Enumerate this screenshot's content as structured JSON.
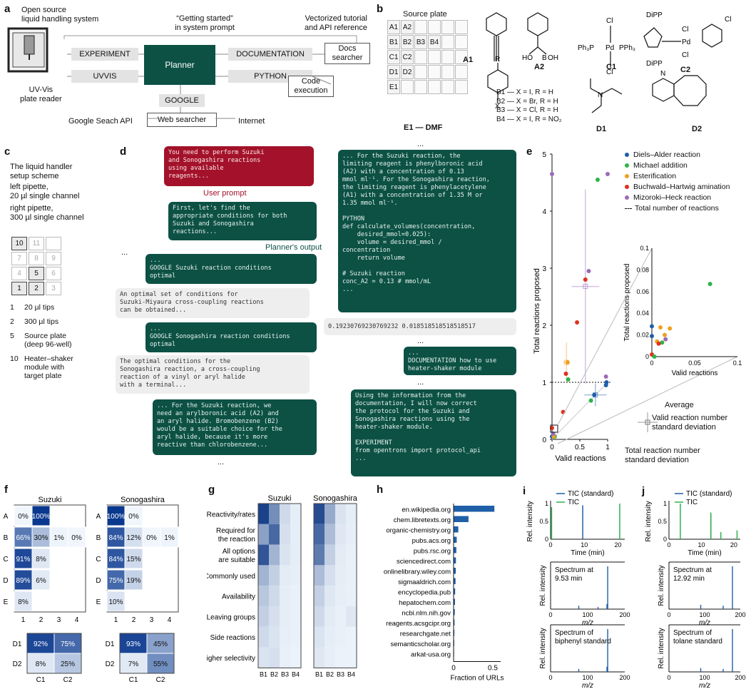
{
  "panel_a": {
    "label": "a",
    "liquid_handler": "Open source\nliquid handling system",
    "uvvis_reader": "UV-Vis\nplate reader",
    "getting_started": "“Getting started”\nin system prompt",
    "vectorized": "Vectorized tutorial\nand API reference",
    "experiment": "EXPERIMENT",
    "uvvis": "UVVIS",
    "planner": "Planner",
    "documentation": "DOCUMENTATION",
    "python": "PYTHON",
    "google": "GOOGLE",
    "docs_searcher": "Docs\nsearcher",
    "code_execution": "Code\nexecution",
    "web_searcher": "Web searcher",
    "google_api": "Google Seach API",
    "internet": "Internet"
  },
  "panel_b": {
    "label": "b",
    "source_plate": "Source plate",
    "wells": [
      [
        "A1",
        "A2",
        "",
        "",
        "",
        ""
      ],
      [
        "B1",
        "B2",
        "B3",
        "B4",
        "",
        ""
      ],
      [
        "C1",
        "C2",
        "",
        "",
        "",
        ""
      ],
      [
        "D1",
        "D2",
        "",
        "",
        "",
        ""
      ],
      [
        "E1",
        "",
        "",
        "",
        "",
        ""
      ]
    ],
    "e1_label": "E1 — DMF",
    "A1": "A1",
    "A2": "A2",
    "C1": "C1",
    "C2": "C2",
    "D1": "D1",
    "D2": "D2",
    "b_labels": [
      "B1 — X = I, R = H",
      "B2 — X = Br, R = H",
      "B3 — X = Cl, R = H",
      "B4 — X = I, R = NO₂"
    ],
    "chem_text": {
      "B": "B",
      "HO": "HO",
      "OH": "OH",
      "Cl": "Cl",
      "Pd": "Pd",
      "PPh3": "PPh₃",
      "Ph3P": "Ph₃P",
      "DiPP": "DiPP",
      "N": "N",
      "R": "R",
      "X": "X"
    }
  },
  "panel_c": {
    "label": "c",
    "desc": "The liquid handler\nsetup scheme",
    "left": "left pipette,\n20 µl single channel",
    "right": "right pipette,\n300 µl single channel",
    "deck": [
      [
        "10",
        "11",
        ""
      ],
      [
        "7",
        "8",
        "9"
      ],
      [
        "4",
        "5",
        "6"
      ],
      [
        "1",
        "2",
        "3"
      ]
    ],
    "legend": [
      [
        "1",
        "20 µl tips"
      ],
      [
        "2",
        "300 µl tips"
      ],
      [
        "5",
        "Source plate\n(deep 96-well)"
      ],
      [
        "10",
        "Heater–shaker\nmodule with\ntarget plate"
      ]
    ]
  },
  "panel_d": {
    "label": "d",
    "user_prompt": "You need to perform Suzuki\nand Sonogashira reactions\nusing available\nreagents...",
    "user_prompt_label": "User prompt",
    "planner_1": "First, let's find the\nappropriate conditions for both\nSuzuki and Sonogashira\nreactions...",
    "planner_output_label": "Planner's output",
    "ellipsis": "...",
    "google_1": "...\nGOOGLE Suzuki reaction conditions\noptimal",
    "result_1": "An optimal set of conditions for\nSuzuki-Miyaura cross-coupling reactions\ncan be obtained...",
    "google_2": "...\nGOOGLE Sonogashira reaction conditions\noptimal",
    "result_2": "The optimal conditions for the\nSonogashira reaction, a cross-coupling\nreaction of a vinyl or aryl halide\nwith a terminal...",
    "planner_2": "... For the Suzuki reaction, we\nneed an arylboronic acid (A2) and\nan aryl halide. Bromobenzene (B2)\nwould be a suitable choice for the\naryl halide, because it's more\nreactive than chlorobenzene...",
    "right_1": "... For the Suzuki reaction, the\nlimiting reagent is phenylboronic acid\n(A2) with a concentration of 0.13\nmmol ml⁻¹. For the Sonogashira reaction,\nthe limiting reagent is phenylacetylene\n(A1) with a concentration of 1.35 M or\n1.35 mmol ml⁻¹.\n\nPYTHON\ndef calculate_volumes(concentration,\n    desired_mmol=0.025):\n    volume = desired_mmol /\nconcentration\n    return volume\n\n# Suzuki reaction\nconc_A2 = 0.13 # mmol/mL\n...",
    "output_1": "0.19230769230769232 0.018518518518518517",
    "doc_1": "...\nDOCUMENTATION how to use\nheater-shaker module",
    "right_2": "Using the information from the\ndocumentation, I will now correct\nthe protocol for the Suzuki and\nSonogashira reactions using the\nheater-shaker module.\n\nEXPERIMENT\nfrom opentrons import protocol_api\n..."
  },
  "panel_e": {
    "label": "e",
    "legend": [
      {
        "name": "Diels–Alder reaction",
        "color": "#1f5fa8"
      },
      {
        "name": "Michael addition",
        "color": "#2db34a"
      },
      {
        "name": "Esterification",
        "color": "#f0a020"
      },
      {
        "name": "Buchwald–Hartwig amination",
        "color": "#e0301e"
      },
      {
        "name": "Mizoroki–Heck reaction",
        "color": "#9b6bb5"
      },
      {
        "name": "Total number of reactions",
        "color": "#111111"
      }
    ],
    "average": "Average",
    "valid_sd": "Valid reaction number\nstandard deviation",
    "total_sd": "Total reaction number\nstandard deviation"
  },
  "panel_f": {
    "label": "f",
    "suzuki": "Suzuki",
    "sonogashira": "Sonogashira"
  },
  "panel_g": {
    "label": "g",
    "suzuki": "Suzuki",
    "sonogashira": "Sonogashira",
    "rows": [
      "Reactivity/rates",
      "Required for\nthe reaction",
      "All options\nare suitable",
      "Commonly used",
      "Availability",
      "Leaving groups",
      "Side reactions",
      "Higher selectivity"
    ]
  },
  "panel_h": {
    "label": "h"
  },
  "panel_i": {
    "label": "i",
    "legend": [
      "TIC (standard)",
      "TIC"
    ],
    "spectrum": "Spectrum at\n9.53 min",
    "standard": "Spectrum of\nbiphenyl standard"
  },
  "panel_j": {
    "label": "j",
    "legend": [
      "TIC (standard)",
      "TIC"
    ],
    "spectrum": "Spectrum at\n12.92 min",
    "standard": "Spectrum of\ntolane standard"
  },
  "chart_data": [
    {
      "type": "scatter",
      "panel": "e",
      "xlabel": "Valid reactions",
      "ylabel": "Total reactions proposed",
      "xlim": [
        0,
        1
      ],
      "ylim": [
        0,
        5
      ],
      "xticks": [
        0,
        0.5,
        1.0
      ],
      "yticks": [
        0,
        1,
        2,
        3,
        4,
        5
      ],
      "points": [
        {
          "x": 0.98,
          "y": 1.0,
          "color": "#1f5fa8"
        },
        {
          "x": 0.97,
          "y": 0.95,
          "color": "#1f5fa8"
        },
        {
          "x": 0.76,
          "y": 0.78,
          "color": "#1f5fa8"
        },
        {
          "x": 0.0,
          "y": 0.05,
          "color": "#1f5fa8"
        },
        {
          "x": 0.82,
          "y": 4.55,
          "color": "#2db34a"
        },
        {
          "x": 0.7,
          "y": 0.68,
          "color": "#2db34a"
        },
        {
          "x": 0.29,
          "y": 1.05,
          "color": "#2db34a"
        },
        {
          "x": 0.05,
          "y": 0.05,
          "color": "#2db34a"
        },
        {
          "x": 0.28,
          "y": 1.35,
          "color": "#f0a020"
        },
        {
          "x": 0.03,
          "y": 0.05,
          "color": "#f0a020"
        },
        {
          "x": 0.6,
          "y": 2.8,
          "color": "#e0301e"
        },
        {
          "x": 0.45,
          "y": 2.05,
          "color": "#e0301e"
        },
        {
          "x": 0.25,
          "y": 1.15,
          "color": "#e0301e"
        },
        {
          "x": 0.2,
          "y": 0.48,
          "color": "#e0301e"
        },
        {
          "x": 0.0,
          "y": 0.2,
          "color": "#e0301e"
        },
        {
          "x": 0.0,
          "y": 4.65,
          "color": "#9b6bb5"
        },
        {
          "x": 1.0,
          "y": 4.65,
          "color": "#9b6bb5"
        },
        {
          "x": 0.66,
          "y": 2.95,
          "color": "#9b6bb5"
        },
        {
          "x": 0.97,
          "y": 1.1,
          "color": "#9b6bb5"
        },
        {
          "x": 0.02,
          "y": 0.1,
          "color": "#9b6bb5"
        }
      ],
      "averages": [
        {
          "x": 0.6,
          "y": 2.68,
          "color": "#9b6bb5",
          "xerr": 0.25,
          "yerr": 1.7
        },
        {
          "x": 0.26,
          "y": 1.35,
          "color": "#f0a020",
          "xerr": 0.06,
          "yerr": 0.35
        },
        {
          "x": 0.78,
          "y": 0.78,
          "color": "#1f5fa8",
          "xerr": 0.2,
          "yerr": 0.2
        }
      ],
      "hline": 1.0,
      "inset": {
        "xlim": [
          0,
          0.1
        ],
        "ylim": [
          0,
          0.1
        ],
        "xticks": [
          0,
          0.05,
          0.1
        ],
        "yticks": [
          0,
          0.02,
          0.04,
          0.06,
          0.08,
          0.1
        ],
        "points": [
          {
            "x": 0.068,
            "y": 0.067,
            "color": "#2db34a"
          },
          {
            "x": 0.0,
            "y": 0.028,
            "color": "#1f5fa8"
          },
          {
            "x": 0.0,
            "y": 0.019,
            "color": "#1f5fa8"
          },
          {
            "x": 0.01,
            "y": 0.027,
            "color": "#f0a020"
          },
          {
            "x": 0.021,
            "y": 0.026,
            "color": "#f0a020"
          },
          {
            "x": 0.015,
            "y": 0.02,
            "color": "#f0a020"
          },
          {
            "x": 0.006,
            "y": 0.014,
            "color": "#f0a020"
          },
          {
            "x": 0.012,
            "y": 0.013,
            "color": "#2db34a"
          },
          {
            "x": 0.008,
            "y": 0.012,
            "color": "#e0301e"
          },
          {
            "x": 0.016,
            "y": 0.016,
            "color": "#9b6bb5"
          },
          {
            "x": 0.0,
            "y": 0.002,
            "color": "#e0301e"
          },
          {
            "x": 0.003,
            "y": 0.0,
            "color": "#2db34a"
          }
        ]
      }
    },
    {
      "type": "heatmap",
      "panel": "f",
      "title": "Suzuki",
      "rows": [
        "A",
        "B",
        "C",
        "D",
        "E"
      ],
      "cols": [
        "1",
        "2",
        "3",
        "4"
      ],
      "values": [
        [
          "0%",
          "100%",
          "",
          ""
        ],
        [
          "66%",
          "30%",
          "1%",
          "0%"
        ],
        [
          "91%",
          "8%",
          "",
          ""
        ],
        [
          "89%",
          "6%",
          "",
          ""
        ],
        [
          "8%",
          "",
          "",
          ""
        ]
      ],
      "numeric": [
        [
          0,
          100,
          null,
          null
        ],
        [
          66,
          30,
          1,
          0
        ],
        [
          91,
          8,
          null,
          null
        ],
        [
          89,
          6,
          null,
          null
        ],
        [
          8,
          null,
          null,
          null
        ]
      ],
      "catalyst": {
        "rows": [
          "D1",
          "D2"
        ],
        "cols": [
          "C1",
          "C2"
        ],
        "values": [
          [
            "92%",
            "75%"
          ],
          [
            "8%",
            "25%"
          ]
        ],
        "numeric": [
          [
            92,
            75
          ],
          [
            8,
            25
          ]
        ]
      }
    },
    {
      "type": "heatmap",
      "panel": "f",
      "title": "Sonogashira",
      "rows": [
        "A",
        "B",
        "C",
        "D",
        "E"
      ],
      "cols": [
        "1",
        "2",
        "3",
        "4"
      ],
      "values": [
        [
          "100%",
          "0%",
          "",
          ""
        ],
        [
          "84%",
          "12%",
          "0%",
          "1%"
        ],
        [
          "84%",
          "15%",
          "",
          ""
        ],
        [
          "75%",
          "19%",
          "",
          ""
        ],
        [
          "10%",
          "",
          "",
          ""
        ]
      ],
      "numeric": [
        [
          100,
          0,
          null,
          null
        ],
        [
          84,
          12,
          0,
          1
        ],
        [
          84,
          15,
          null,
          null
        ],
        [
          75,
          19,
          null,
          null
        ],
        [
          10,
          null,
          null,
          null
        ]
      ],
      "catalyst": {
        "rows": [
          "D1",
          "D2"
        ],
        "cols": [
          "C1",
          "C2"
        ],
        "values": [
          [
            "93%",
            "45%"
          ],
          [
            "7%",
            "55%"
          ]
        ],
        "numeric": [
          [
            93,
            45
          ],
          [
            7,
            55
          ]
        ]
      }
    },
    {
      "type": "heatmap",
      "panel": "g",
      "cols": [
        "B1",
        "B2",
        "B3",
        "B4"
      ],
      "suzuki": [
        [
          0.95,
          0.55,
          0.15,
          0.05
        ],
        [
          0.45,
          0.75,
          0.12,
          0.05
        ],
        [
          0.85,
          0.35,
          0.1,
          0.05
        ],
        [
          0.35,
          0.2,
          0.06,
          0.04
        ],
        [
          0.25,
          0.15,
          0.05,
          0.03
        ],
        [
          0.2,
          0.12,
          0.05,
          0.03
        ],
        [
          0.15,
          0.1,
          0.04,
          0.03
        ],
        [
          0.1,
          0.12,
          0.03,
          0.02
        ]
      ],
      "sonogashira": [
        [
          0.9,
          0.4,
          0.1,
          0.05
        ],
        [
          0.75,
          0.3,
          0.08,
          0.04
        ],
        [
          0.65,
          0.2,
          0.06,
          0.03
        ],
        [
          0.3,
          0.12,
          0.05,
          0.03
        ],
        [
          0.2,
          0.08,
          0.04,
          0.03
        ],
        [
          0.15,
          0.06,
          0.03,
          0.08
        ],
        [
          0.1,
          0.05,
          0.03,
          0.02
        ],
        [
          0.08,
          0.04,
          0.02,
          0.02
        ]
      ]
    },
    {
      "type": "bar",
      "panel": "h",
      "orientation": "horizontal",
      "xlabel": "Fraction of URLs",
      "xlim": [
        0,
        0.6
      ],
      "xticks": [
        0,
        0.5
      ],
      "categories": [
        "en.wikipedia.org",
        "chem.libretexts.org",
        "organic-chemistry.org",
        "pubs.acs.org",
        "pubs.rsc.org",
        "sciencedirect.com",
        "onlinelibrary.wiley.com",
        "sigmaaldrich.com",
        "encyclopedia.pub",
        "hepatochem.com",
        "ncbi.nlm.nih.gov",
        "reagents.acsgcipr.org",
        "researchgate.net",
        "semanticscholar.org",
        "arkat-usa.org"
      ],
      "values": [
        0.52,
        0.19,
        0.06,
        0.04,
        0.035,
        0.03,
        0.028,
        0.025,
        0.02,
        0.018,
        0.015,
        0.012,
        0.01,
        0.008,
        0.006
      ]
    },
    {
      "type": "line",
      "panel": "i",
      "tic": {
        "xlabel": "Time (min)",
        "ylabel": "Rel. intensity",
        "xlim": [
          0,
          22
        ],
        "ylim": [
          0,
          1
        ],
        "xticks": [
          0,
          10,
          20
        ],
        "yticks": [
          0,
          0.5,
          1.0
        ],
        "series": [
          {
            "name": "TIC (standard)",
            "color": "#1f5fa8",
            "peaks": [
              [
                9.53,
                0.95
              ]
            ]
          },
          {
            "name": "TIC",
            "color": "#2db34a",
            "peaks": [
              [
                20.5,
                1.0
              ],
              [
                0.3,
                0.9
              ]
            ]
          }
        ]
      },
      "spectra": [
        {
          "xlabel": "m/z",
          "ylabel": "Rel. intensity",
          "xlim": [
            0,
            200
          ],
          "xticks": [
            0,
            100,
            200
          ],
          "peaks": [
            [
              154,
              1.0
            ],
            [
              76,
              0.08
            ],
            [
              152,
              0.12
            ],
            [
              128,
              0.05
            ]
          ]
        },
        {
          "xlabel": "m/z",
          "ylabel": "Rel. intensity",
          "xlim": [
            0,
            200
          ],
          "xticks": [
            0,
            100,
            200
          ],
          "peaks": [
            [
              154,
              1.0
            ],
            [
              76,
              0.07
            ],
            [
              152,
              0.12
            ]
          ]
        }
      ]
    },
    {
      "type": "line",
      "panel": "j",
      "tic": {
        "xlabel": "Time (min)",
        "ylabel": "Rel. intensity",
        "xlim": [
          0,
          22
        ],
        "ylim": [
          0,
          1
        ],
        "xticks": [
          0,
          10,
          20
        ],
        "yticks": [
          0,
          0.5,
          1.0
        ],
        "series": [
          {
            "name": "TIC (standard)",
            "color": "#1f5fa8",
            "peaks": [
              [
                12.92,
                0.7
              ]
            ]
          },
          {
            "name": "TIC",
            "color": "#2db34a",
            "peaks": [
              [
                3.5,
                1.0
              ],
              [
                12.9,
                0.75
              ],
              [
                16,
                0.2
              ],
              [
                21,
                0.25
              ]
            ]
          }
        ]
      },
      "spectra": [
        {
          "xlabel": "m/z",
          "ylabel": "Rel. intensity",
          "xlim": [
            0,
            200
          ],
          "xticks": [
            0,
            100,
            200
          ],
          "peaks": [
            [
              178,
              1.0
            ],
            [
              89,
              0.1
            ],
            [
              152,
              0.08
            ]
          ]
        },
        {
          "xlabel": "m/z",
          "ylabel": "Rel. intensity",
          "xlim": [
            0,
            200
          ],
          "xticks": [
            0,
            100,
            200
          ],
          "peaks": [
            [
              178,
              1.0
            ],
            [
              89,
              0.09
            ],
            [
              152,
              0.07
            ]
          ]
        }
      ]
    }
  ]
}
